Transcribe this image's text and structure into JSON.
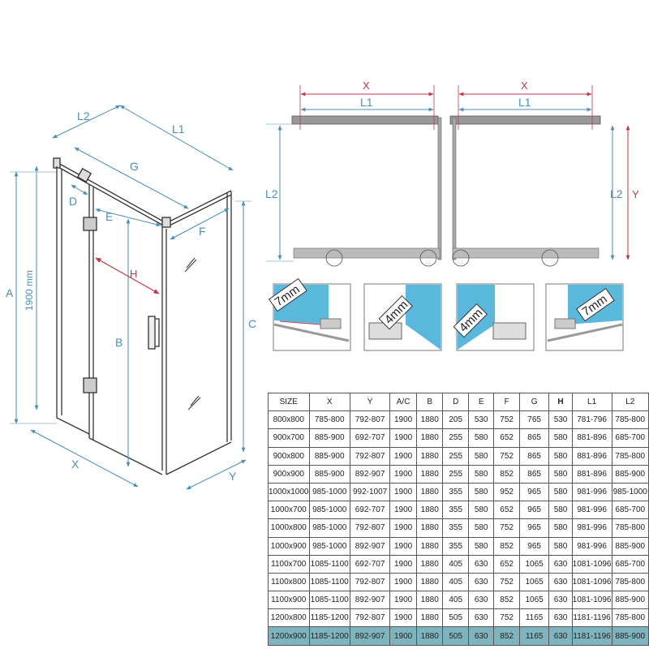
{
  "labels": {
    "x": "X",
    "y": "Y",
    "l1": "L1",
    "l2": "L2",
    "g": "G",
    "d": "D",
    "e": "E",
    "f": "F",
    "h": "H",
    "a": "A",
    "b": "B",
    "c": "C",
    "height": "1900 mm",
    "gap7": "7mm",
    "gap4": "4mm"
  },
  "colors": {
    "dimension": "#4a8fb8",
    "highlight_dim": "#c0384a",
    "glass": "#5ab8dc",
    "table_highlight": "#7fb3bd"
  },
  "table": {
    "headers": [
      "SIZE",
      "X",
      "Y",
      "A/C",
      "B",
      "D",
      "E",
      "F",
      "G",
      "H",
      "L1",
      "L2"
    ],
    "rows": [
      [
        "800x800",
        "785-800",
        "792-807",
        "1900",
        "1880",
        "205",
        "530",
        "752",
        "765",
        "530",
        "781-796",
        "785-800"
      ],
      [
        "900x700",
        "885-900",
        "692-707",
        "1900",
        "1880",
        "255",
        "580",
        "652",
        "865",
        "580",
        "881-896",
        "685-700"
      ],
      [
        "900x800",
        "885-900",
        "792-807",
        "1900",
        "1880",
        "255",
        "580",
        "752",
        "865",
        "580",
        "881-896",
        "785-800"
      ],
      [
        "900x900",
        "885-900",
        "892-907",
        "1900",
        "1880",
        "255",
        "580",
        "852",
        "865",
        "580",
        "881-896",
        "885-900"
      ],
      [
        "1000x1000",
        "985-1000",
        "992-1007",
        "1900",
        "1880",
        "355",
        "580",
        "952",
        "965",
        "580",
        "981-996",
        "985-1000"
      ],
      [
        "1000x700",
        "985-1000",
        "692-707",
        "1900",
        "1880",
        "355",
        "580",
        "652",
        "965",
        "580",
        "981-996",
        "685-700"
      ],
      [
        "1000x800",
        "985-1000",
        "792-807",
        "1900",
        "1880",
        "355",
        "580",
        "752",
        "965",
        "580",
        "981-996",
        "785-800"
      ],
      [
        "1000x900",
        "985-1000",
        "892-907",
        "1900",
        "1880",
        "355",
        "580",
        "852",
        "965",
        "580",
        "981-996",
        "885-900"
      ],
      [
        "1100x700",
        "1085-1100",
        "692-707",
        "1900",
        "1880",
        "405",
        "630",
        "652",
        "1065",
        "630",
        "1081-1096",
        "685-700"
      ],
      [
        "1100x800",
        "1085-1100",
        "792-807",
        "1900",
        "1880",
        "405",
        "630",
        "752",
        "1065",
        "630",
        "1081-1096",
        "785-800"
      ],
      [
        "1100x900",
        "1085-1100",
        "892-907",
        "1900",
        "1880",
        "405",
        "630",
        "852",
        "1065",
        "630",
        "1081-1096",
        "885-900"
      ],
      [
        "1200x800",
        "1185-1200",
        "792-807",
        "1900",
        "1880",
        "505",
        "630",
        "752",
        "1165",
        "630",
        "1181-1196",
        "785-800"
      ],
      [
        "1200x900",
        "1185-1200",
        "892-907",
        "1900",
        "1880",
        "505",
        "630",
        "852",
        "1165",
        "630",
        "1181-1196",
        "885-900"
      ]
    ],
    "highlighted_row": 12
  }
}
